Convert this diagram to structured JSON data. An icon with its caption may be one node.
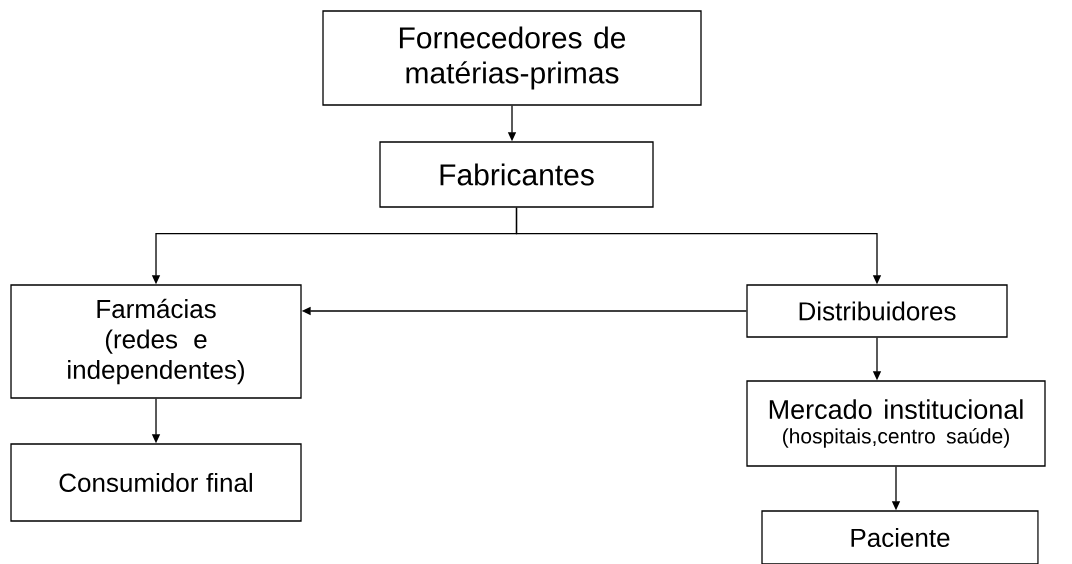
{
  "diagram": {
    "nodes": [
      {
        "text": [
          "Fornecedores de matérias-primas"
        ]
      },
      {
        "text": [
          "Fabricantes"
        ]
      },
      {
        "text": [
          "Farmácias (redes e independentes)"
        ]
      },
      {
        "text": [
          "Distribuidores"
        ]
      },
      {
        "text": [
          "Consumidor final"
        ]
      },
      {
        "text": [
          "Mercado institucional",
          "(hospitais,centro saúde)"
        ]
      },
      {
        "text": [
          "Paciente"
        ]
      }
    ],
    "edges": [
      {
        "from": 0,
        "to": 1,
        "arrow": "to"
      },
      {
        "from": 1,
        "to": 2,
        "arrow": "to"
      },
      {
        "from": 1,
        "to": 3,
        "arrow": "to"
      },
      {
        "from": 3,
        "to": 2,
        "arrow": "to"
      },
      {
        "from": 2,
        "to": 4,
        "arrow": "to"
      },
      {
        "from": 3,
        "to": 5,
        "arrow": "to"
      },
      {
        "from": 5,
        "to": 6,
        "arrow": "to"
      }
    ]
  }
}
